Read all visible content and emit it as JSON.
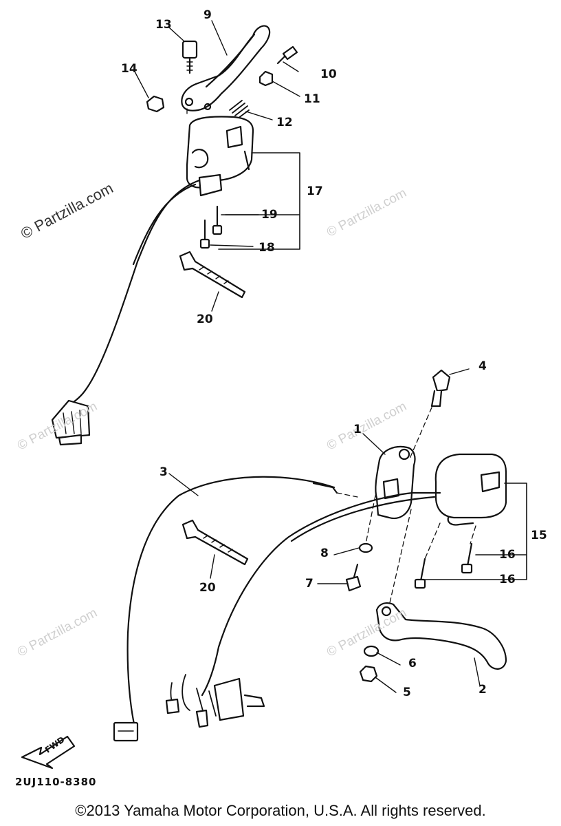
{
  "watermarks": {
    "main": "© Partzilla.com",
    "faint": "© Partzilla.com"
  },
  "callouts": {
    "n1": "1",
    "n2": "2",
    "n3": "3",
    "n4": "4",
    "n5": "5",
    "n6": "6",
    "n7": "7",
    "n8": "8",
    "n9": "9",
    "n10": "10",
    "n11": "11",
    "n12": "12",
    "n13": "13",
    "n14": "14",
    "n15": "15",
    "n16a": "16",
    "n16b": "16",
    "n17": "17",
    "n18": "18",
    "n19": "19",
    "n20a": "20",
    "n20b": "20"
  },
  "fwd_label": "FWD",
  "diagram_code": "2UJ110-8380",
  "copyright": "©2013 Yamaha Motor Corporation, U.S.A. All rights reserved."
}
